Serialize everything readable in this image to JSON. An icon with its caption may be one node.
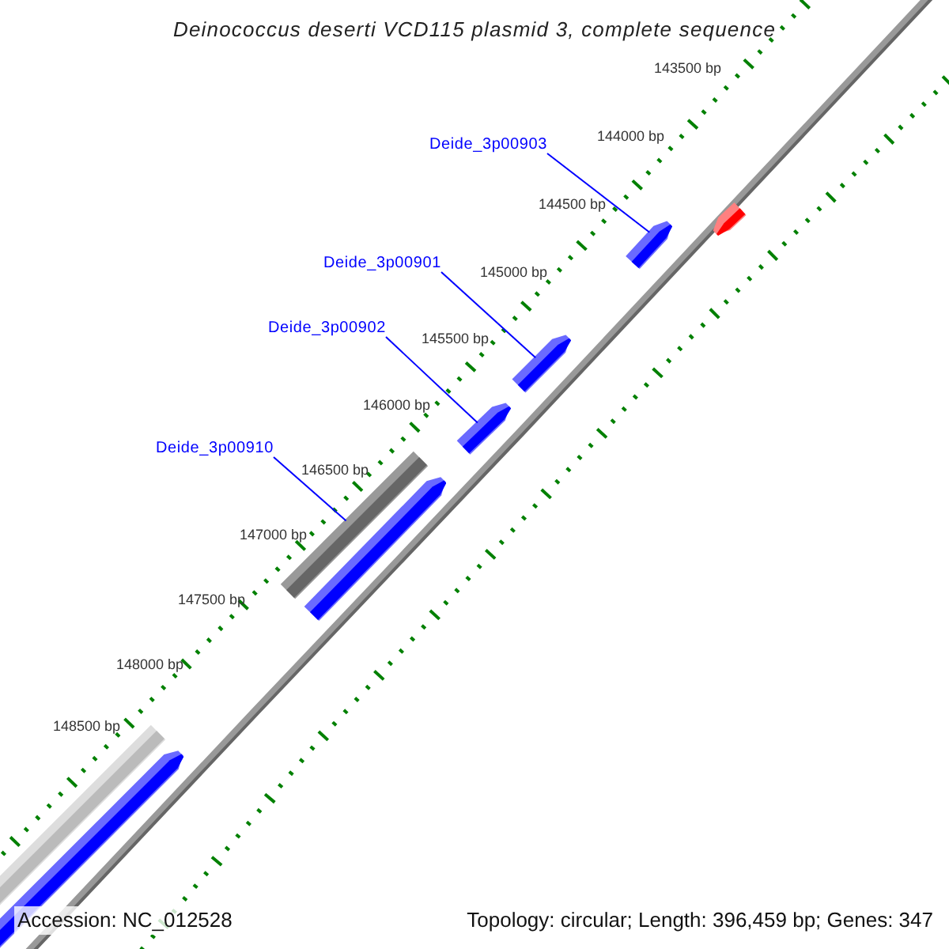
{
  "diagram": {
    "title": "Deinococcus deserti VCD115 plasmid 3, complete sequence",
    "nodes": [
      {
        "text": [
          "Deide_3p00903"
        ]
      },
      {
        "text": [
          "Deide_3p00901"
        ]
      },
      {
        "text": [
          "Deide_3p00902"
        ]
      },
      {
        "text": [
          "Deide_3p00910"
        ]
      },
      {
        "text": [],
        "shape": "arrow"
      },
      {
        "text": [],
        "shape": "arrow"
      },
      {
        "text": [],
        "shape": "arrow"
      },
      {
        "text": [],
        "shape": "arrow"
      },
      {
        "text": [],
        "shape": "bar"
      },
      {
        "text": [],
        "shape": "arrow"
      },
      {
        "text": [],
        "shape": "bar"
      },
      {
        "text": [],
        "shape": "arrow"
      }
    ],
    "edges": [
      {
        "from": 0,
        "to": 5,
        "arrow": "none"
      },
      {
        "from": 1,
        "to": 6,
        "arrow": "none"
      },
      {
        "from": 2,
        "to": 7,
        "arrow": "none"
      },
      {
        "from": 3,
        "to": 8,
        "arrow": "none"
      }
    ],
    "labels": [
      "143500 bp",
      "144000 bp",
      "144500 bp",
      "145000 bp",
      "145500 bp",
      "146000 bp",
      "146500 bp",
      "147000 bp",
      "147500 bp",
      "148000 bp",
      "148500 bp",
      "Accession: NC_012528",
      "Topology: circular; Length: 396,459 bp; Genes: 347"
    ]
  }
}
